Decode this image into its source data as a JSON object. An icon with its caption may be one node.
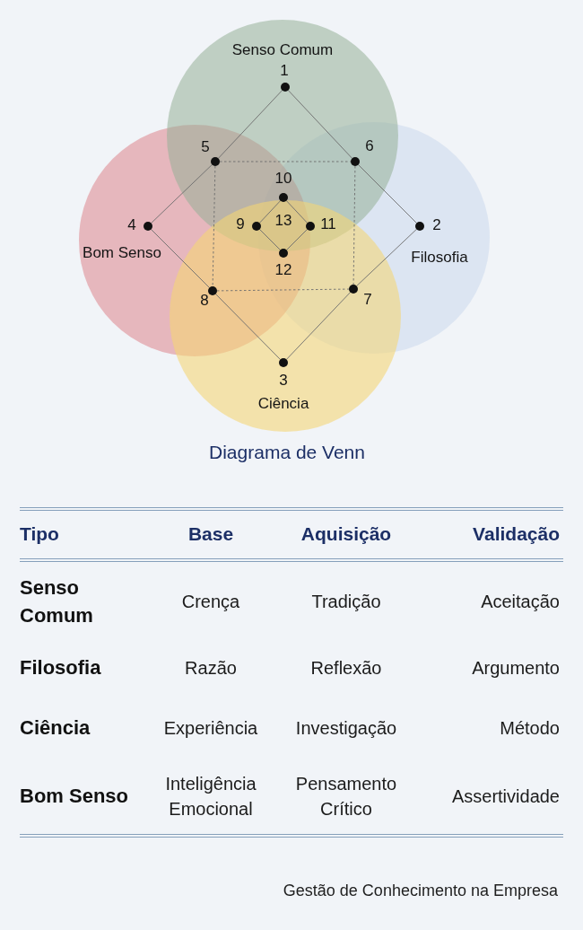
{
  "diagram": {
    "caption": "Diagrama de Venn",
    "nodes": [
      {
        "text": [
          "Senso Comum"
        ]
      },
      {
        "text": [
          "Bom Senso"
        ]
      },
      {
        "text": [
          "Filosofia"
        ]
      },
      {
        "text": [
          "Ciência"
        ]
      },
      {
        "text": [],
        "shape": "circle",
        "in": 0,
        "beside": [
          "1"
        ]
      },
      {
        "text": [],
        "shape": "circle",
        "in": 2,
        "beside": [
          "2"
        ]
      },
      {
        "text": [],
        "shape": "circle",
        "in": 3,
        "beside": [
          "3"
        ]
      },
      {
        "text": [],
        "shape": "circle",
        "in": 1,
        "beside": [
          "4"
        ]
      },
      {
        "text": [],
        "shape": "circle",
        "beside": [
          "5"
        ]
      },
      {
        "text": [],
        "shape": "circle",
        "beside": [
          "6"
        ]
      },
      {
        "text": [],
        "shape": "circle",
        "beside": [
          "7"
        ]
      },
      {
        "text": [],
        "shape": "circle",
        "beside": [
          "8"
        ]
      },
      {
        "text": [],
        "shape": "circle",
        "beside": [
          "9"
        ]
      },
      {
        "text": [],
        "shape": "circle",
        "beside": [
          "10"
        ]
      },
      {
        "text": [],
        "shape": "circle",
        "beside": [
          "11"
        ]
      },
      {
        "text": [],
        "shape": "circle",
        "beside": [
          "12"
        ]
      }
    ],
    "edges": [
      {
        "from": 4,
        "to": 8,
        "arrow": "none"
      },
      {
        "from": 4,
        "to": 9,
        "arrow": "none"
      },
      {
        "from": 8,
        "to": 7,
        "arrow": "none"
      },
      {
        "from": 9,
        "to": 5,
        "arrow": "none"
      },
      {
        "from": 7,
        "to": 11,
        "arrow": "none"
      },
      {
        "from": 5,
        "to": 10,
        "arrow": "none"
      },
      {
        "from": 11,
        "to": 6,
        "arrow": "none"
      },
      {
        "from": 10,
        "to": 6,
        "arrow": "none"
      },
      {
        "from": 8,
        "to": 9,
        "arrow": "none",
        "style": "dashed"
      },
      {
        "from": 8,
        "to": 11,
        "arrow": "none",
        "style": "dashed"
      },
      {
        "from": 9,
        "to": 10,
        "arrow": "none",
        "style": "dashed"
      },
      {
        "from": 11,
        "to": 10,
        "arrow": "none",
        "style": "dashed"
      },
      {
        "from": 13,
        "to": 12,
        "arrow": "none"
      },
      {
        "from": 13,
        "to": 14,
        "arrow": "none"
      },
      {
        "from": 12,
        "to": 15,
        "arrow": "none"
      },
      {
        "from": 14,
        "to": 15,
        "arrow": "none"
      }
    ],
    "labels": [
      "13",
      "Tipo",
      "Base",
      "Aquisição",
      "Validação",
      "Senso Comum",
      "Crença",
      "Tradição",
      "Aceitação",
      "Filosofia",
      "Razão",
      "Reflexão",
      "Argumento",
      "Ciência",
      "Experiência",
      "Investigação",
      "Método",
      "Bom Senso",
      "Inteligência Emocional",
      "Pensamento Crítico",
      "Assertividade",
      "Gestão de Conhecimento na Empresa"
    ]
  }
}
